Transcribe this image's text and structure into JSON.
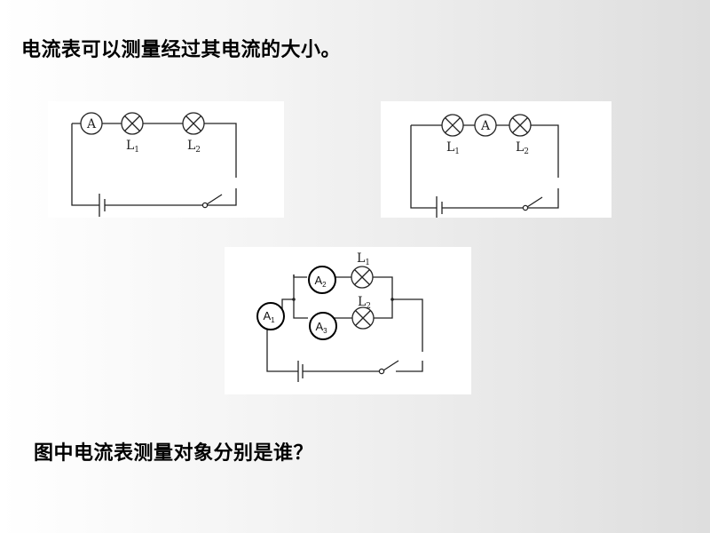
{
  "heading": "电流表可以测量经过其电流的大小。",
  "question": "图中电流表测量对象分别是谁？",
  "circuit1": {
    "ammeter": "A",
    "lamp1": {
      "letter": "L",
      "sub": "1"
    },
    "lamp2": {
      "letter": "L",
      "sub": "2"
    }
  },
  "circuit2": {
    "ammeter": "A",
    "lamp1": {
      "letter": "L",
      "sub": "1"
    },
    "lamp2": {
      "letter": "L",
      "sub": "2"
    }
  },
  "circuit3": {
    "ammeter1": {
      "letter": "A",
      "sub": "1"
    },
    "ammeter2": {
      "letter": "A",
      "sub": "2"
    },
    "ammeter3": {
      "letter": "A",
      "sub": "3"
    },
    "lamp1": {
      "letter": "L",
      "sub": "1"
    },
    "lamp2": {
      "letter": "L",
      "sub": "2"
    }
  }
}
